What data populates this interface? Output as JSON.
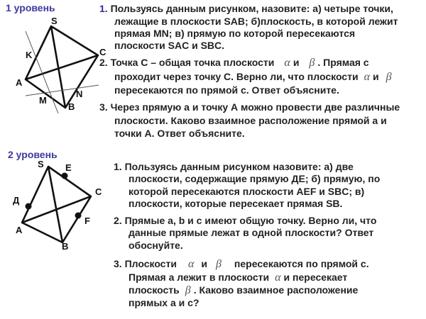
{
  "level1": {
    "title": "1 уровень",
    "points": {
      "S": "S",
      "C": "C",
      "K": "K",
      "A": "A",
      "M": "M",
      "N": "N",
      "B": "B"
    },
    "q1": {
      "num": "1.",
      "lines": [
        "Пользуясь данным рисунком, назовите: а) четыре точки,",
        "лежащие в плоскости SAB; б)плоскость, в которой лежит",
        "прямая MN; в) прямую по которой пересекаются",
        "плоскости SAC и SBC."
      ]
    },
    "q2": {
      "l1a": "2. Точка С – общая точка плоскости",
      "alpha": "α",
      "and": "и",
      "beta": "β",
      "l1b": ". Прямая с",
      "l2a": "проходит через точку С. Верно ли, что плоскости",
      "l2b": "и",
      "l3": "пересекаются по прямой с. Ответ объясните."
    },
    "q3": {
      "lines": [
        "3. Через прямую а и точку А можно провести две различные",
        "плоскости. Каково взаимное расположение прямой а и",
        "точки А. Ответ объясните."
      ]
    }
  },
  "level2": {
    "title": "2 уровень",
    "points": {
      "S": "S",
      "E": "E",
      "C": "C",
      "D": "Д",
      "A": "А",
      "F": "F",
      "B": "B"
    },
    "q1": {
      "lines": [
        "1. Пользуясь данным рисунком назовите: а) две",
        "плоскости, содержащие прямую ДЕ; б) прямую, по",
        "которой пересекаются плоскости AEF и SBC; в)",
        "плоскости, которые пересекает прямая SB."
      ]
    },
    "q2": {
      "lines": [
        "2. Прямые a, b и c имеют общую точку. Верно ли, что",
        "данные прямые лежат в одной плоскости? Ответ",
        "обоснуйте."
      ]
    },
    "q3": {
      "l1a": "3. Плоскости",
      "alpha": "α",
      "and": "и",
      "beta": "β",
      "l1b": "пересекаются по прямой с.",
      "l2a": "Прямая а лежит в плоскости",
      "l2b": "и пересекает",
      "l3a": "плоскость",
      "l3b": ". Каково взаимное расположение",
      "l4": "прямых а и с?"
    }
  }
}
